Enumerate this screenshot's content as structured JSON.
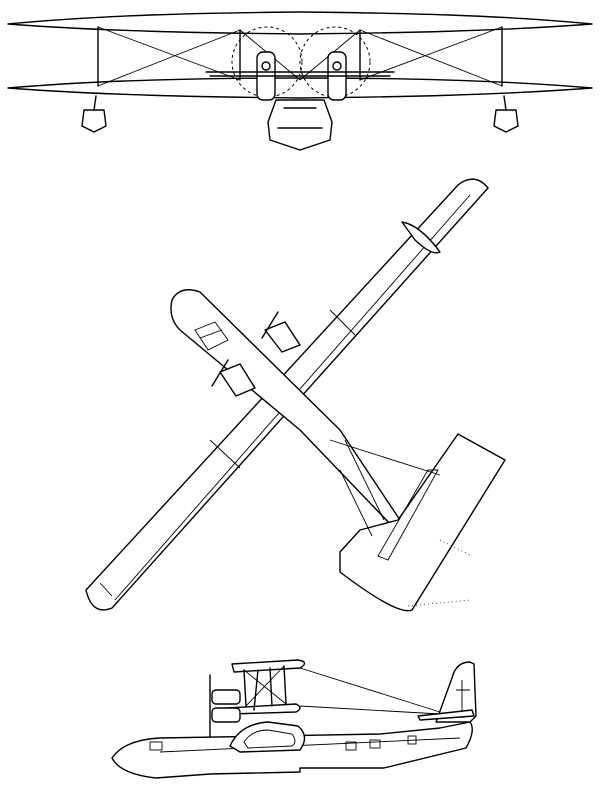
{
  "drawing": {
    "views": [
      {
        "name": "front"
      },
      {
        "name": "top"
      },
      {
        "name": "side"
      }
    ],
    "colors": {
      "line": "#000000",
      "background": "#ffffff"
    }
  }
}
